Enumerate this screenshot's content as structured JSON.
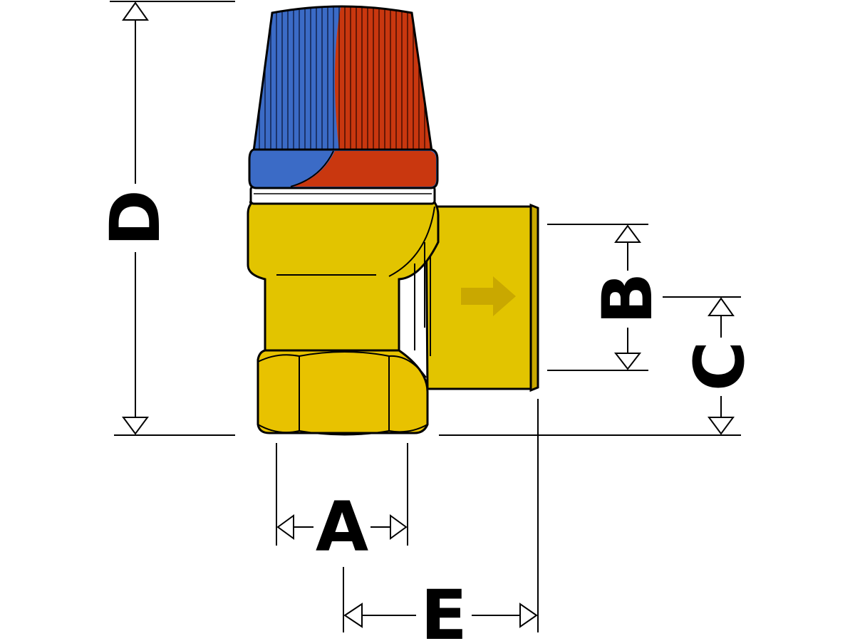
{
  "diagram": {
    "labels": {
      "a": "A",
      "b": "B",
      "c": "C",
      "d": "D",
      "e": "E"
    },
    "colors": {
      "brass": "#e2c400",
      "brass_hex_nut": "#e8c200",
      "knob_blue": "#3b6bc6",
      "knob_red": "#c9370f",
      "flow_arrow": "#c9a800",
      "line": "#000000",
      "background": "#ffffff"
    },
    "icons": {
      "flow_direction": "arrow-right-icon"
    }
  }
}
